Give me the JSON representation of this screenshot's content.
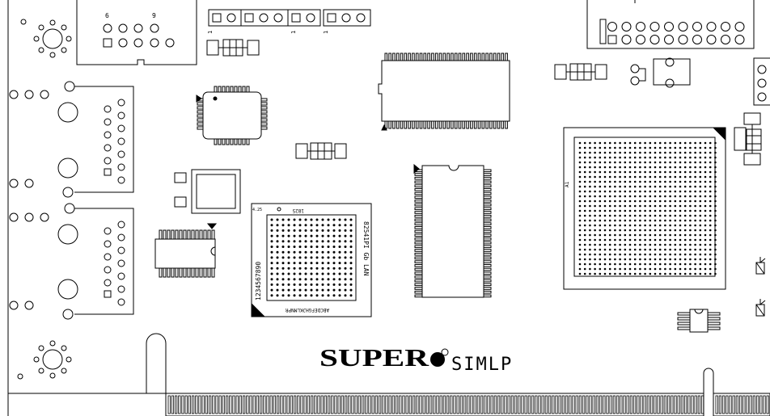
{
  "board": {
    "brand_word": "SUPER",
    "model": "SIMLP",
    "header_pin_labels": [
      "6",
      "9"
    ],
    "jumper_pin1_labels": [
      "1",
      "1",
      "1"
    ],
    "lan_chip_text": "82541PI Gb LAN",
    "lan_chip_row_letters": "ABCDEFGHJKLMNPR",
    "lan_chip_col_numbers": "1234567890",
    "lan_chip_corner_code": "4.25",
    "lan_chip_top_code": "1825",
    "bga_corner_label": "A1",
    "colors": {
      "line": "#000000",
      "background": "#ffffff"
    }
  }
}
